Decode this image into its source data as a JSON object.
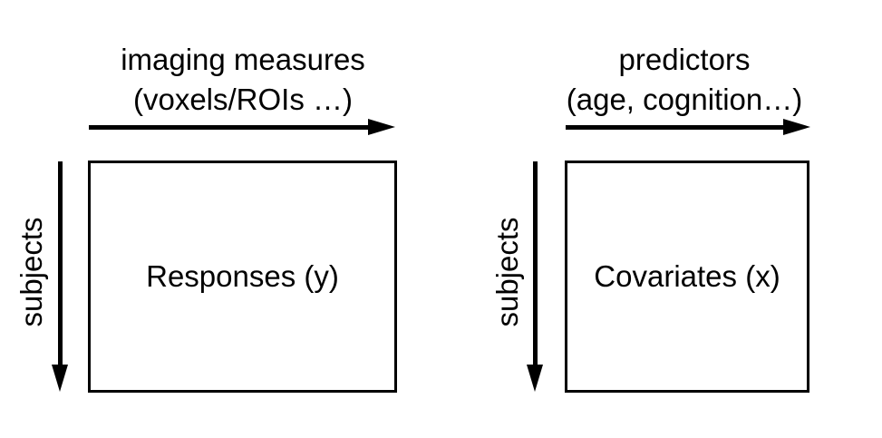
{
  "left_panel": {
    "top_label_line1": "imaging measures",
    "top_label_line2": "(voxels/ROIs …)",
    "side_label": "subjects",
    "matrix_label": "Responses (y)"
  },
  "right_panel": {
    "top_label_line1": "predictors",
    "top_label_line2": "(age, cognition…)",
    "side_label": "subjects",
    "matrix_label": "Covariates (x)"
  }
}
